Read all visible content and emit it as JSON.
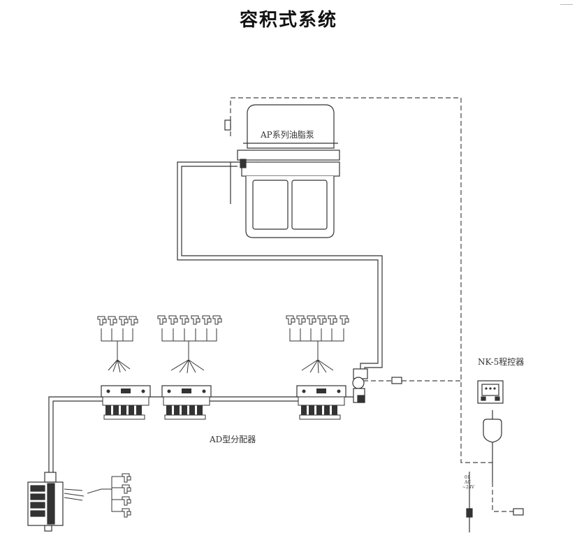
{
  "title": "容积式系统",
  "labels": {
    "pump": "AP系列油脂泵",
    "controller": "NK-5程控器",
    "distributor": "AD型分配器",
    "power_line1": "01",
    "power_line2": "AC",
    "power_line3": "~24V"
  },
  "colors": {
    "line": "#3a3a3a",
    "text": "#333333"
  }
}
